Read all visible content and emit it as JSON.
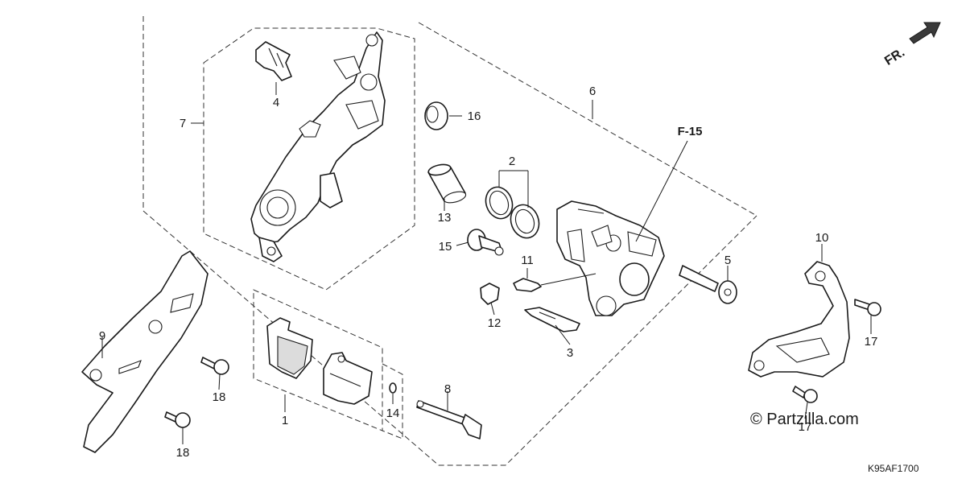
{
  "diagram": {
    "direction_label": "FR.",
    "figure_ref": "F-15",
    "watermark": "© Partzilla.com",
    "code": "K95AF1700",
    "callouts": [
      "1",
      "2",
      "3",
      "4",
      "5",
      "6",
      "7",
      "8",
      "9",
      "10",
      "11",
      "12",
      "13",
      "14",
      "15",
      "16",
      "17",
      "17",
      "18",
      "18"
    ]
  }
}
